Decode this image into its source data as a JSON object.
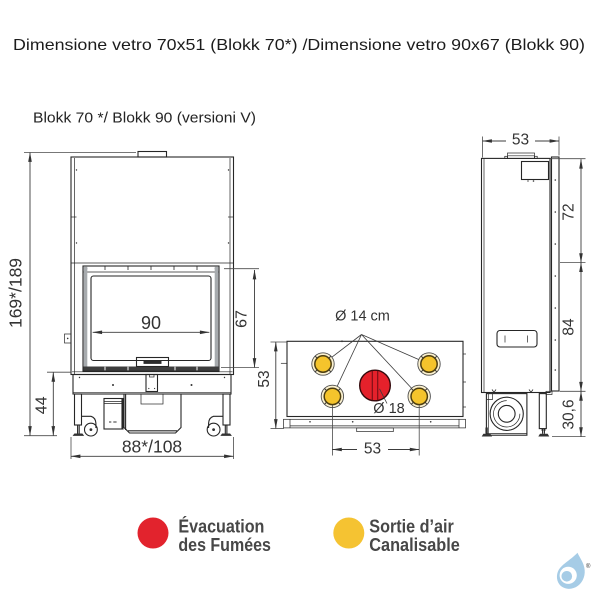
{
  "title": "Dimensione vetro 70x51 (Blokk 70*) /Dimensione vetro 90x67 (Blokk 90)",
  "subtitle": "Blokk 70 */ Blokk 90  (versioni V)",
  "views": {
    "front": {
      "label": "front view of fireplace insert",
      "dims": {
        "overall_height": "169*/189",
        "base_height": "44",
        "overall_width": "88*/108",
        "glass_width": "90",
        "glass_height": "67"
      }
    },
    "top": {
      "label": "top view with smoke outlet and air outlets",
      "dims": {
        "air_outlet_diameter": "Ø 14 cm",
        "flue_diameter": "Ø 18",
        "depth": "53",
        "outlet_spacing": "53"
      }
    },
    "side": {
      "label": "side view",
      "dims": {
        "depth": "53",
        "upper_section_height": "72",
        "body_height": "84",
        "base_height": "30,6"
      }
    }
  },
  "legend": {
    "smoke": {
      "line1": "Évacuation",
      "line2": "des Fumées",
      "color": "#e2232d"
    },
    "air": {
      "line1": "Sortie d’air",
      "line2": "Canalisable",
      "color": "#f5c332"
    }
  },
  "logo": {
    "registered_mark": "®"
  },
  "colors": {
    "line": "#262626",
    "dimension": "#3c3c3c",
    "red": "#e5212b",
    "yellow": "#f5c42c",
    "pale_yellow_ring": "#faf0cf",
    "frame_gray": "#a7abae",
    "logo_blue": "#a6cce6"
  }
}
